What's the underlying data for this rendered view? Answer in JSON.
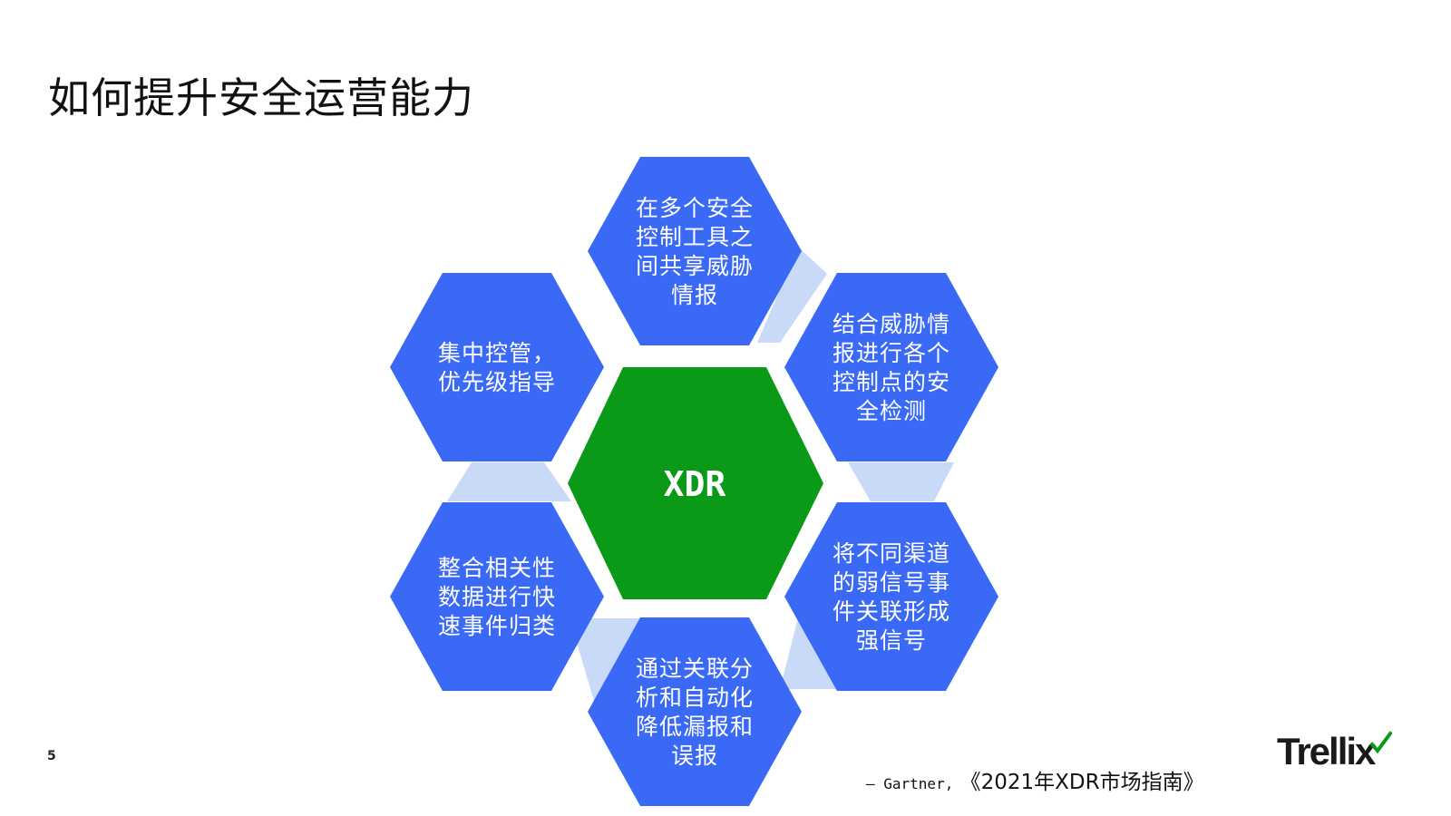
{
  "title": "如何提升安全运营能力",
  "center": {
    "label": "XDR",
    "color": "#0b9a17"
  },
  "hex_color": "#3a69f5",
  "connector_color": "#c9daf8",
  "hexes": [
    {
      "id": "top",
      "lines": [
        "在多个安全",
        "控制工具之",
        "间共享威胁",
        "情报"
      ]
    },
    {
      "id": "top-right",
      "lines": [
        "结合威胁情",
        "报进行各个",
        "控制点的安",
        "全检测"
      ]
    },
    {
      "id": "bottom-right",
      "lines": [
        "将不同渠道",
        "的弱信号事",
        "件关联形成",
        "强信号"
      ]
    },
    {
      "id": "bottom",
      "lines": [
        "通过关联分",
        "析和自动化",
        "降低漏报和",
        "误报"
      ]
    },
    {
      "id": "bottom-left",
      "lines": [
        "整合相关性",
        "数据进行快",
        "速事件归类"
      ]
    },
    {
      "id": "top-left",
      "lines": [
        "集中控管，",
        "优先级指导"
      ]
    }
  ],
  "page_number": "5",
  "citation": {
    "prefix": "– Gartner,",
    "source": "《2021年XDR市场指南》"
  },
  "logo": {
    "text": "Trellix",
    "accent_color": "#0b9a17"
  }
}
